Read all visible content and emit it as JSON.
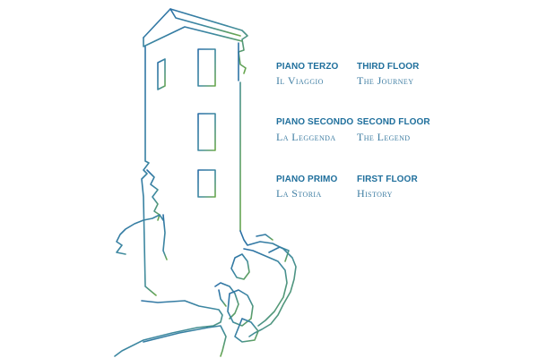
{
  "floors": [
    {
      "italian_title": "PIANO TERZO",
      "italian_subtitle": "Il Viaggio",
      "english_title": "THIRD FLOOR",
      "english_subtitle": "The Journey"
    },
    {
      "italian_title": "PIANO SECONDO",
      "italian_subtitle": "La Leggenda",
      "english_title": "SECOND FLOOR",
      "english_subtitle": "The Legend"
    },
    {
      "italian_title": "PIANO PRIMO",
      "italian_subtitle": "La Storia",
      "english_title": "FIRST FLOOR",
      "english_subtitle": "History"
    }
  ],
  "colors": {
    "text_title": "#1f6f9c",
    "text_subtitle": "#3f7ea3",
    "line_gradient_start": "#2a6ea6",
    "line_gradient_end": "#6aa84a"
  }
}
